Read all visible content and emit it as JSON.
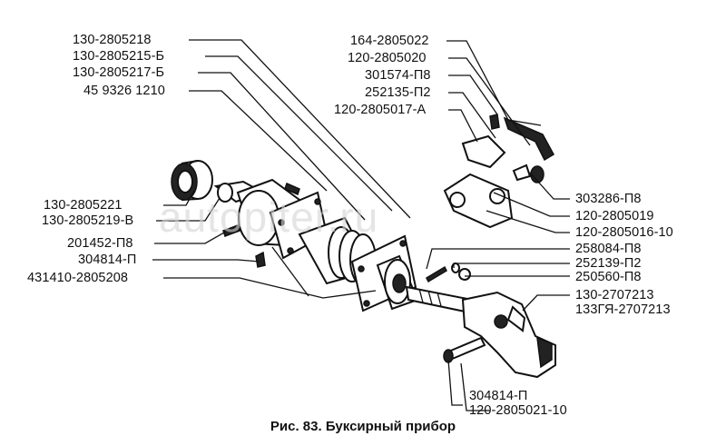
{
  "watermark": "autopiter.ru",
  "caption": "Рис. 83. Буксирный прибор",
  "labels": {
    "l1": "130-2805218",
    "l2": "130-2805215-Б",
    "l3": "130-2805217-Б",
    "l4": "45 9326 1210",
    "l5": "130-2805221",
    "l6": "130-2805219-В",
    "l7": "201452-П8",
    "l8": "304814-П",
    "l9": "431410-2805208",
    "r1": "164-2805022",
    "r2": "120-2805020",
    "r3": "301574-П8",
    "r4": "252135-П2",
    "r5": "120-2805017-А",
    "r6": "303286-П8",
    "r7": "120-2805019",
    "r8": "120-2805016-10",
    "r9": "258084-П8",
    "r10": "252139-П2",
    "r11": "250560-П8",
    "r12": "130-2707213",
    "r13": "133ГЯ-2707213",
    "b1": "304814-П",
    "b2": "120-2805021-10"
  }
}
